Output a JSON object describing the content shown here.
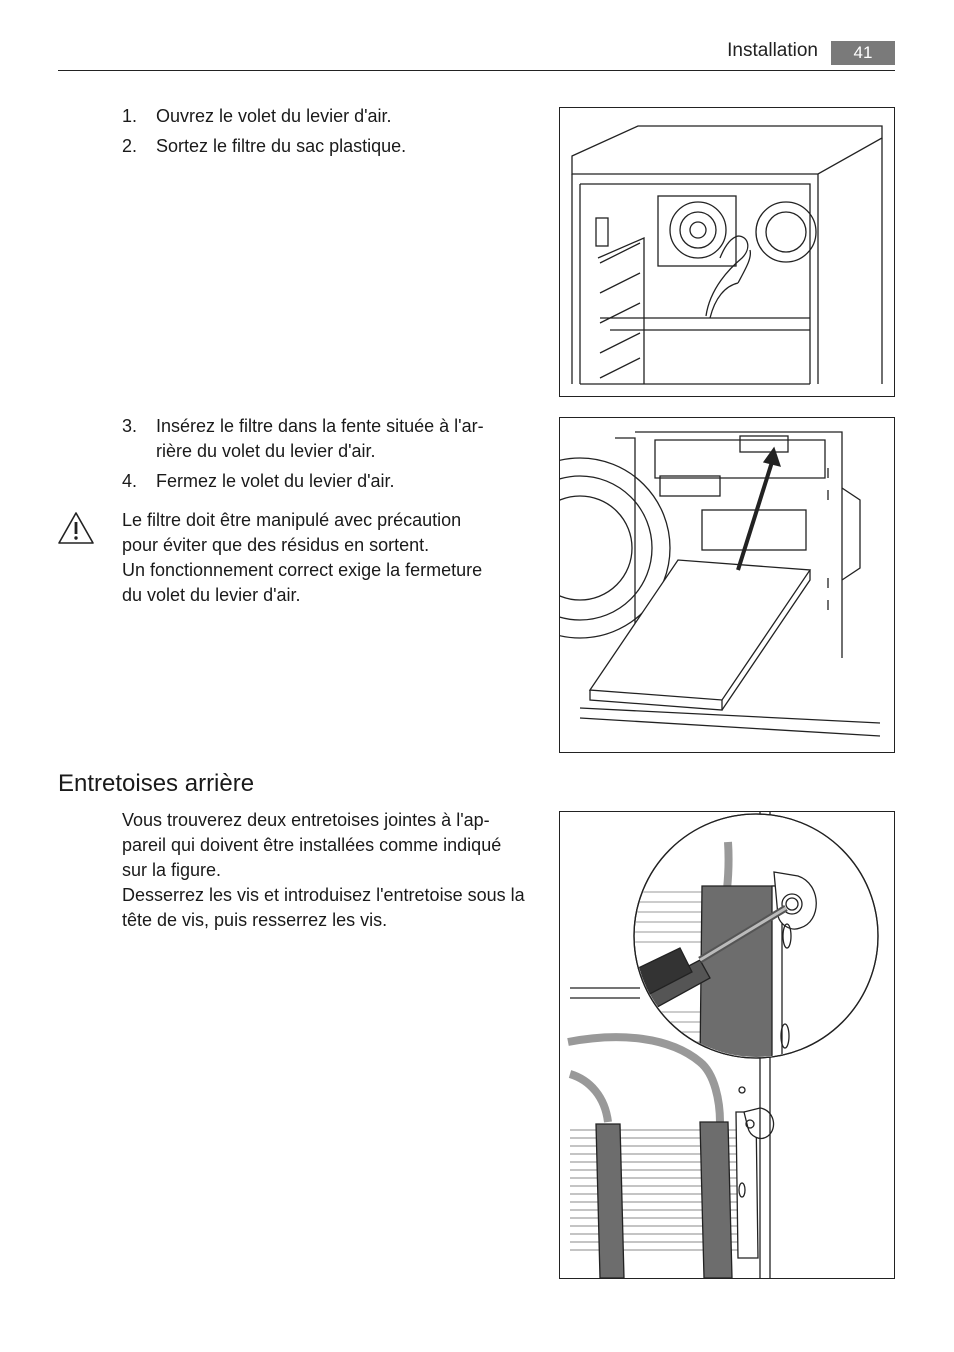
{
  "header": {
    "title": "Installation",
    "page_number": "41"
  },
  "steps_a": [
    {
      "num": "1.",
      "text": "Ouvrez le volet du levier d'air."
    },
    {
      "num": "2.",
      "text": "Sortez le filtre du sac plastique."
    }
  ],
  "steps_b": [
    {
      "num": "3.",
      "text": "Insérez le filtre dans la fente située à l'ar-\nrière du volet du levier d'air."
    },
    {
      "num": "4.",
      "text": "Fermez le volet du levier d'air."
    }
  ],
  "warning": {
    "line1": "Le filtre doit être manipulé avec précaution",
    "line2": "pour éviter que des résidus en sortent.",
    "line3": "Un fonctionnement correct exige la fermeture",
    "line4": "du volet du levier d'air."
  },
  "section": {
    "heading": "Entretoises arrière",
    "p1": "Vous trouverez deux entretoises jointes à l'ap-\npareil qui doivent être installées comme indiqué\nsur la figure.",
    "p2": "Desserrez les vis et introduisez l'entretoise sous la\ntête de vis, puis resserrez les vis."
  },
  "icons": {
    "warning": "warning-triangle-icon"
  }
}
